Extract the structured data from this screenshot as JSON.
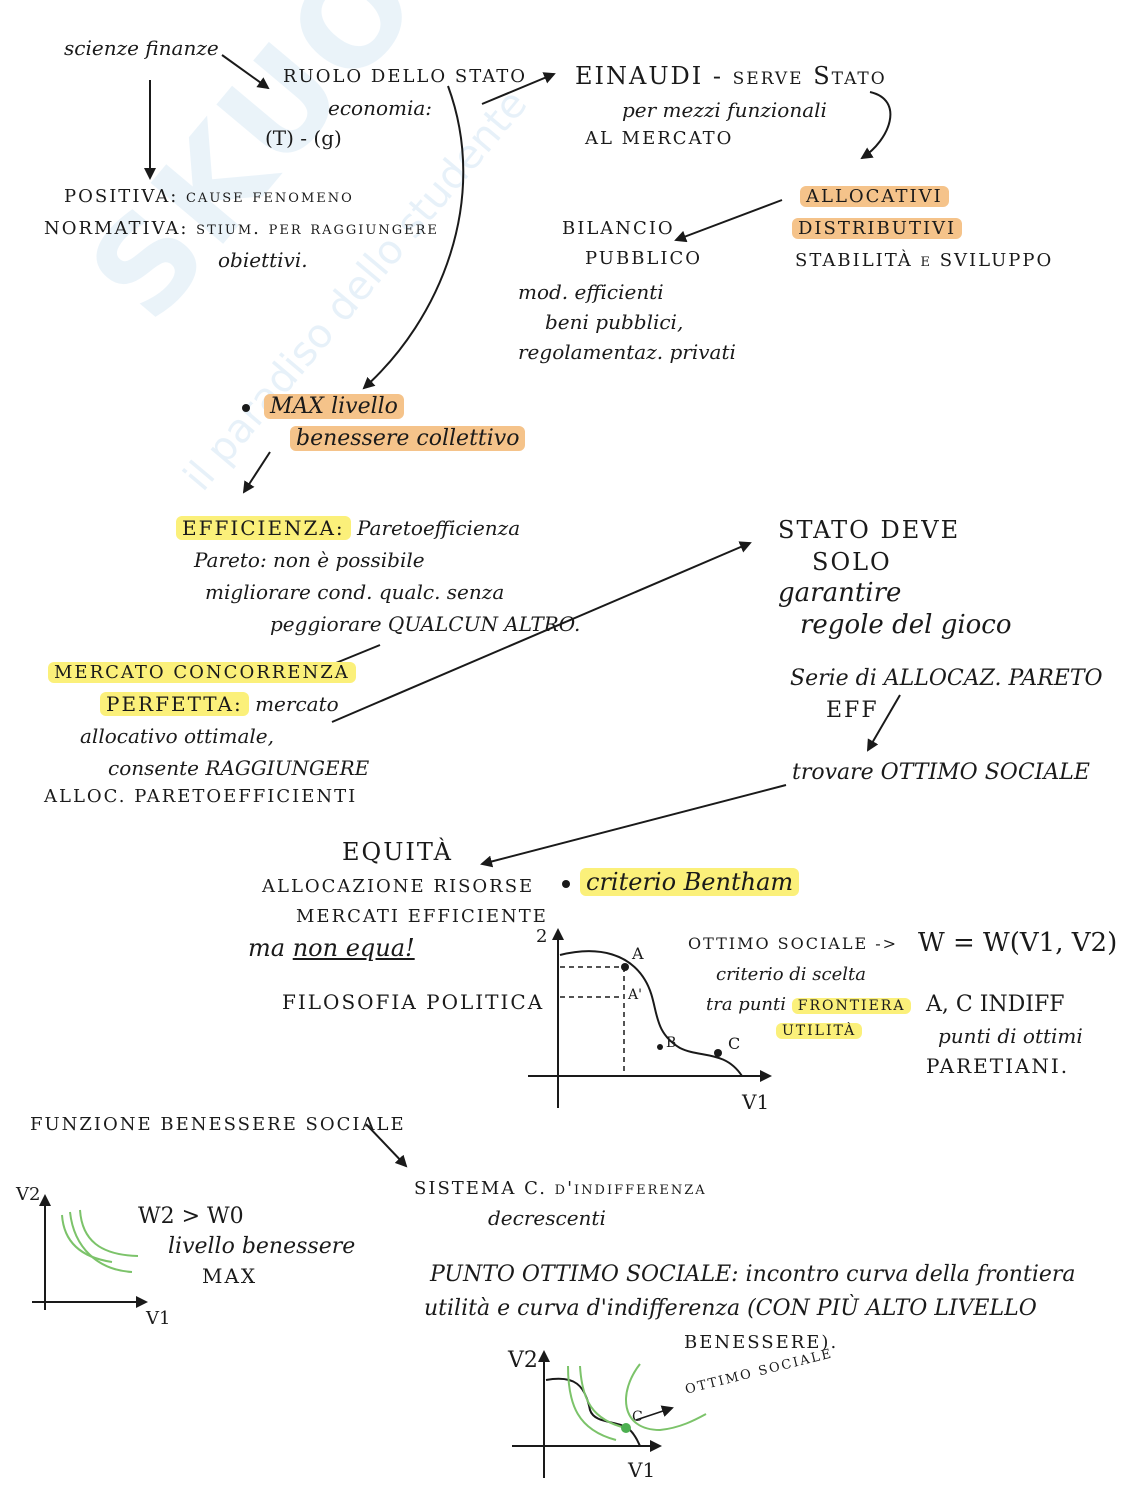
{
  "watermark": {
    "brand": "SKUOLA.net",
    "tagline": "il paradiso dello studente"
  },
  "notes": {
    "scienze_finanze": "scienze finanze",
    "ruolo_stato": "RUOLO DELLO STATO",
    "economia": "economia:",
    "formula_tg": "(T) - (g)",
    "einaudi": "EINAUDI - serve Stato",
    "mezzi": "per mezzi funzionali",
    "al_mercato": "AL MERCATO",
    "allocativi": "ALLOCATIVI",
    "distributivi": "DISTRIBUTIVI",
    "stabilita": "STABILITÀ e SVILUPPO",
    "positiva": "POSITIVA: cause fenomeno",
    "normativa": "NORMATIVA: stium. per raggiungere",
    "obiettivi": "obiettivi.",
    "bilancio": "BILANCIO",
    "pubblico": "PUBBLICO",
    "modi_efficienti": "mod. efficienti",
    "beni_pubblici": "beni pubblici,",
    "regolamentaz": "regolamentaz. privati",
    "max_livello": "MAX livello",
    "benessere_collettivo": "benessere collettivo",
    "efficienza_label": "EFFICIENZA:",
    "efficienza_text": "Paretoefficienza",
    "pareto_1": "Pareto: non è possibile",
    "pareto_2": "migliorare cond. qualc. senza",
    "pareto_3": "peggiorare QUALCUN ALTRO.",
    "mercato_concorrenza": "MERCATO CONCORRENZA",
    "perfetta_label": "PERFETTA:",
    "perfetta_text": "mercato",
    "allocativo": "allocativo ottimale,",
    "consente": "consente RAGGIUNGERE",
    "alloc_pareto": "ALLOC. PARETOEFFICIENTI",
    "stato_deve": "STATO DEVE",
    "solo": "SOLO",
    "garantire": "garantire",
    "regole": "regole del gioco",
    "serie_alloc": "Serie di ALLOCAZ. PARETO",
    "eff": "EFF",
    "trovare": "trovare OTTIMO SOCIALE",
    "equita": "EQUITÀ",
    "allocazione": "ALLOCAZIONE RISORSE",
    "mercati_eff": "MERCATI EFFICIENTE",
    "ma": "ma",
    "non_equa": "non equa!",
    "filosofia": "FILOSOFIA POLITICA",
    "criterio_bentham": "criterio Bentham",
    "ottimo_sociale": "OTTIMO SOCIALE ->",
    "criterio_scelta": "criterio di scelta",
    "tra_punti": "tra punti",
    "frontiera": "FRONTIERA",
    "utilita": "UTILITÀ",
    "w_formula": "W = W(V1, V2)",
    "ac_indiff": "A, C INDIFF",
    "punti_ottimi": "punti di ottimi",
    "paretiani": "PARETIANI.",
    "funzione_benessere": "FUNZIONE BENESSERE SOCIALE",
    "sistema": "SISTEMA C. d'indifferenza",
    "decrescenti": "decrescenti",
    "w2_w0": "W2 > W0",
    "livello_benessere": "livello benessere",
    "max": "MAX",
    "punto_ottimo_1": "PUNTO OTTIMO SOCIALE: incontro curva della frontiera",
    "punto_ottimo_2": "utilità e curva d'indifferenza (CON PIÙ ALTO LIVELLO",
    "punto_ottimo_3": "BENESSERE).",
    "ottimo_sociale_small": "OTTIMO SOCIALE"
  },
  "graphs": {
    "g1": {
      "y_axis": "2",
      "x_axis": "V1",
      "point_a": "A",
      "point_a2": "A'",
      "point_b": "B",
      "point_c": "C"
    },
    "g2": {
      "y_axis": "V2",
      "x_axis": "V1"
    },
    "g3": {
      "y_axis": "V2",
      "x_axis": "V1",
      "point_c": "C"
    }
  },
  "colors": {
    "orange_highlight": "#f5c38a",
    "yellow_highlight": "#fbf07a",
    "curve_green": "#7cc36a",
    "point_green": "#4caf50"
  }
}
